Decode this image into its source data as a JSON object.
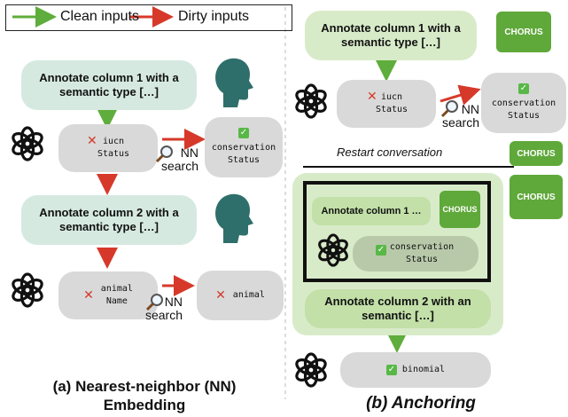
{
  "legend": {
    "clean_label": "Clean inputs",
    "dirty_label": "Dirty inputs",
    "clean_color": "#5fad3c",
    "dirty_color": "#d6392a"
  },
  "panel_a": {
    "prompt1": "Annotate column 1 with a semantic type […]",
    "column1_value": "iucn\nStatus",
    "result1": "conservation\nStatus",
    "nn_label1": "NN\nsearch",
    "prompt2": "Annotate column 2 with a semantic type […]",
    "column2_value": "animal\nName",
    "result2": "animal",
    "nn_label2": "NN\nsearch",
    "caption": "(a) Nearest-neighbor (NN)\nEmbedding"
  },
  "panel_b": {
    "prompt1": "Annotate column 1 with a semantic type […]",
    "chorus_label": "CHORUS",
    "column1_value": "iucn\nStatus",
    "result1": "conservation\nStatus",
    "nn_label": "NN\nsearch",
    "restart_label": "Restart conversation",
    "anchored_prompt": "Annotate column 1 …",
    "anchored_result": "conservation\nStatus",
    "prompt2": "Annotate column 2 with an semantic […]",
    "final_result": "binomial",
    "caption": "(b) Anchoring"
  },
  "icons": [
    "openai-logo-icon",
    "human-head-icon",
    "magnifier-icon",
    "check-icon",
    "cross-icon"
  ]
}
